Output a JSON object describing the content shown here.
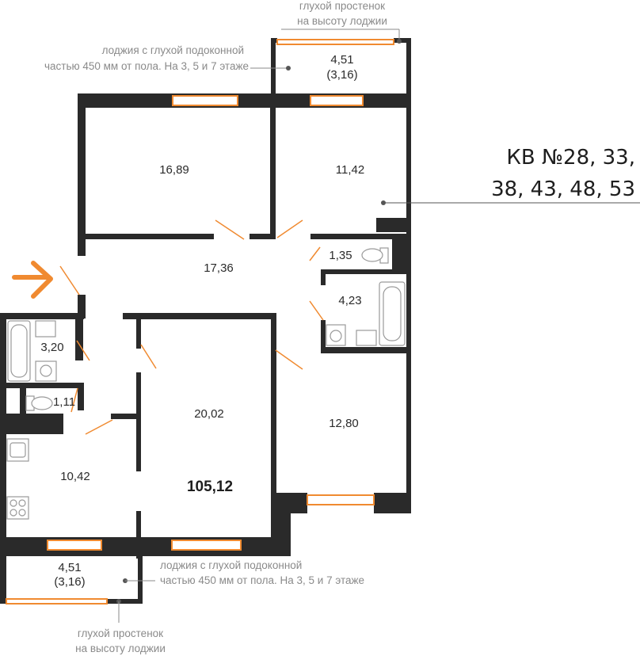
{
  "title": "КВ №28, 33,",
  "title_line2": "38, 43, 48, 53",
  "total_area": "105,12",
  "rooms": {
    "loggia_top": "4,51",
    "loggia_top_sub": "(3,16)",
    "room_1": "16,89",
    "room_2": "11,42",
    "hall": "17,36",
    "wc_top": "1,35",
    "bath_right": "4,23",
    "bath_left": "3,20",
    "wc_left": "1,11",
    "living": "20,02",
    "room_3": "12,80",
    "kitchen": "10,42",
    "loggia_bottom": "4,51",
    "loggia_bottom_sub": "(3,16)"
  },
  "notes": {
    "wall_top_l1": "глухой простенок",
    "wall_top_l2": "на высоту лоджии",
    "loggia_top_l1": "лоджия с глухой подоконной",
    "loggia_top_l2": "частью 450 мм от пола. На 3, 5 и 7 этаже",
    "loggia_bottom_l1": "лоджия с глухой подоконной",
    "loggia_bottom_l2": "частью 450 мм от пола. На 3, 5 и 7 этаже",
    "wall_bottom_l1": "глухой простенок",
    "wall_bottom_l2": "на высоту лоджии"
  },
  "colors": {
    "wall": "#2a2a2a",
    "accent": "#f08a30",
    "text": "#2b2b2b",
    "note": "#8a8a8a"
  }
}
